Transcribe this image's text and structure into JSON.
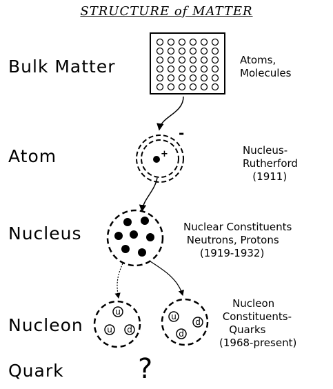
{
  "title": "STRUCTURE of MATTER",
  "levels": [
    {
      "label": "Bulk Matter",
      "note": "Atoms,\nMolecules"
    },
    {
      "label": "Atom",
      "note": "Nucleus-\nRutherford\n   (1911)"
    },
    {
      "label": "Nucleus",
      "note": "Nuclear Constituents\n Neutrons, Protons\n     (1919-1932)"
    },
    {
      "label": "Nucleon",
      "note": "    Nucleon\n Constituents-\n   Quarks\n(1968-present)"
    },
    {
      "label": "Quark",
      "note": "?"
    }
  ],
  "symbols": {
    "atom_charge_minus": "-",
    "atom_charge_plus": "+",
    "quarks_left": [
      "u",
      "u",
      "d"
    ],
    "quarks_right": [
      "u",
      "d",
      "d"
    ]
  }
}
